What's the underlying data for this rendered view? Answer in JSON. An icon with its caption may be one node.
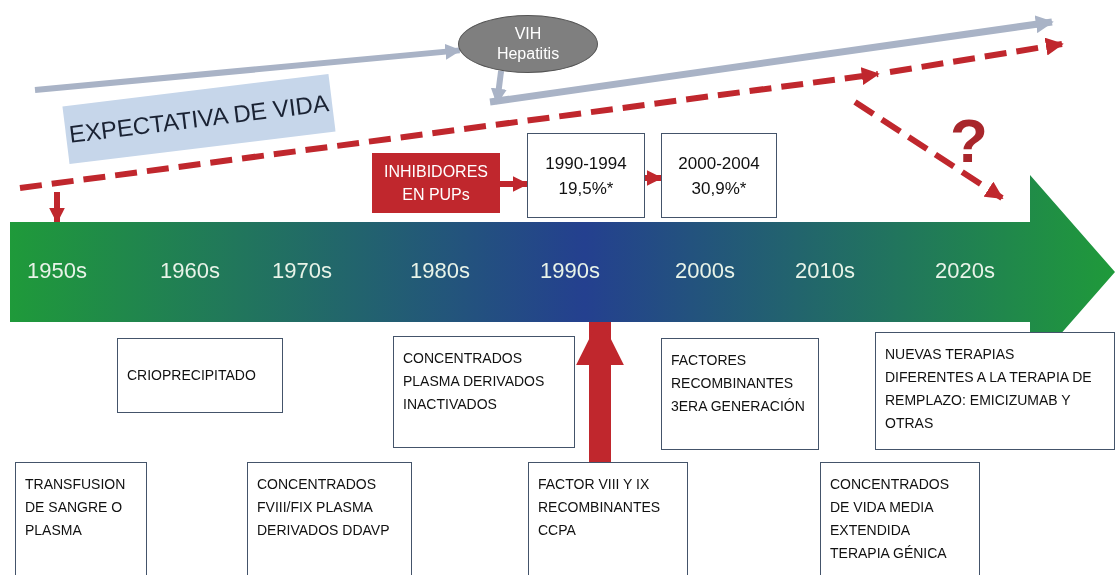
{
  "diagram": {
    "nodes": [
      {
        "text": [
          "VIH Hepatitis"
        ]
      },
      {
        "text": [
          "EXPECTATIVA DE VIDA"
        ]
      },
      {
        "text": [
          "INHIBIDORES EN PUPs"
        ]
      },
      {
        "text": [
          "1990-1994 19,5%*"
        ]
      },
      {
        "text": [
          "2000-2004 30,9%*"
        ]
      },
      {
        "text": [
          "1950s",
          "1960s",
          "1970s",
          "1980s",
          "1990s",
          "2000s",
          "2010s",
          "2020s"
        ]
      },
      {
        "text": [
          "CRIOPRECIPITADO"
        ]
      },
      {
        "text": [
          "CONCENTRADOS PLASMA DERIVADOS INACTIVADOS"
        ]
      },
      {
        "text": [
          "FACTORES RECOMBINANTES 3ERA GENERACIÓN"
        ]
      },
      {
        "text": [
          "NUEVAS TERAPIAS DIFERENTES A LA TERAPIA DE REMPLAZO: EMICIZUMAB Y OTRAS"
        ]
      },
      {
        "text": [
          "TRANSFUSION DE SANGRE O PLASMA"
        ]
      },
      {
        "text": [
          "CONCENTRADOS FVIII/FIX PLASMA DERIVADOS DDAVP"
        ]
      },
      {
        "text": [
          "FACTOR VIII Y IX RECOMBINANTES CCPA"
        ]
      },
      {
        "text": [
          "CONCENTRADOS DE VIDA MEDIA EXTENDIDA TERAPIA GÉNICA"
        ]
      }
    ],
    "edges": [
      {
        "from": null,
        "to": 0,
        "arrow": "to",
        "color": "#a9b3c6"
      },
      {
        "from": 0,
        "to": null,
        "arrow": "to",
        "color": "#a9b3c6"
      },
      {
        "from": null,
        "to": 5,
        "arrow": "to"
      },
      {
        "from": 2,
        "to": 3,
        "arrow": "to"
      },
      {
        "from": 3,
        "to": 4,
        "arrow": "to"
      },
      {
        "from": 12,
        "to": 5,
        "arrow": "to",
        "style": "thick"
      }
    ],
    "labels": [
      "?"
    ]
  }
}
